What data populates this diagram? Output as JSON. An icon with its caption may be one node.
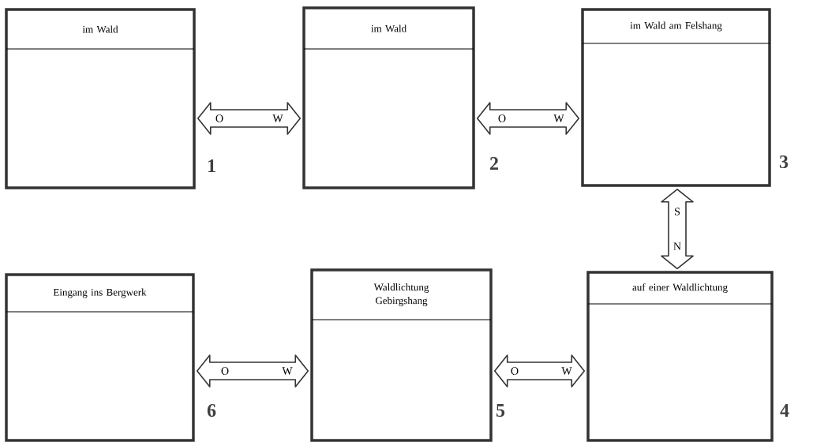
{
  "diagram": {
    "nodes": [
      {
        "text": [
          "im Wald"
        ],
        "beside": [
          "1"
        ]
      },
      {
        "text": [
          "im Wald"
        ],
        "beside": [
          "2"
        ]
      },
      {
        "text": [
          "im Wald am Felshang"
        ],
        "beside": [
          "3"
        ]
      },
      {
        "text": [
          "Eingang ins Bergwerk"
        ],
        "beside": [
          "6"
        ]
      },
      {
        "text": [
          "Waldlichtung Gebirgshang"
        ],
        "beside": [
          "5"
        ]
      },
      {
        "text": [
          "auf einer Waldlichtung"
        ],
        "beside": [
          "4"
        ]
      }
    ],
    "edges": [
      {
        "from": 0,
        "to": 1,
        "arrow": "both"
      },
      {
        "from": 1,
        "to": 2,
        "arrow": "both"
      },
      {
        "from": 2,
        "to": 5,
        "arrow": "both"
      },
      {
        "from": 3,
        "to": 4,
        "arrow": "both"
      },
      {
        "from": 4,
        "to": 5,
        "arrow": "both"
      }
    ],
    "labels": [
      "O",
      "W",
      "O",
      "W",
      "S",
      "N",
      "O",
      "W",
      "O",
      "W"
    ]
  }
}
